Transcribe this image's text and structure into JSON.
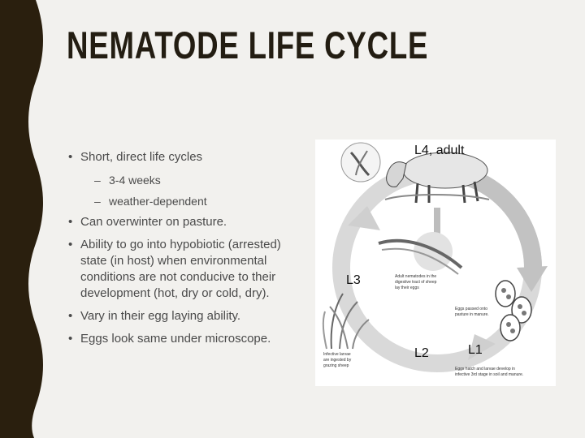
{
  "slide": {
    "title": "NEMATODE LIFE CYCLE",
    "bullets": {
      "b1": "Short, direct life cycles",
      "b1_sub1": "3-4 weeks",
      "b1_sub2": "weather-dependent",
      "b2": "Can overwinter on pasture.",
      "b3": "Ability to go into hypobiotic (arrested) state (in host) when environmental conditions are not conducive to their development (hot, dry or cold, dry).",
      "b4": "Vary in their egg laying ability.",
      "b5": "Eggs look same under microscope."
    }
  },
  "diagram": {
    "labels": {
      "adult": "L4, adult",
      "l3": "L3",
      "l2": "L2",
      "l1": "L1"
    },
    "captions": {
      "adults_1": "Adult nematodes in the",
      "adults_2": "digestive tract of sheep",
      "adults_3": "lay their eggs",
      "eggs_1": "Eggs passed onto",
      "eggs_2": "pasture in manure.",
      "infective_1": "Infective larvae",
      "infective_2": "are ingested by",
      "infective_3": "grazing sheep",
      "develop_1": "Eggs hatch and larvae develop in",
      "develop_2": "infective 3rd stage in soil and manure."
    }
  },
  "colors": {
    "band": "#2a1f0e",
    "title": "#231d12",
    "text": "#4a4a4a",
    "background": "#f2f1ee"
  }
}
